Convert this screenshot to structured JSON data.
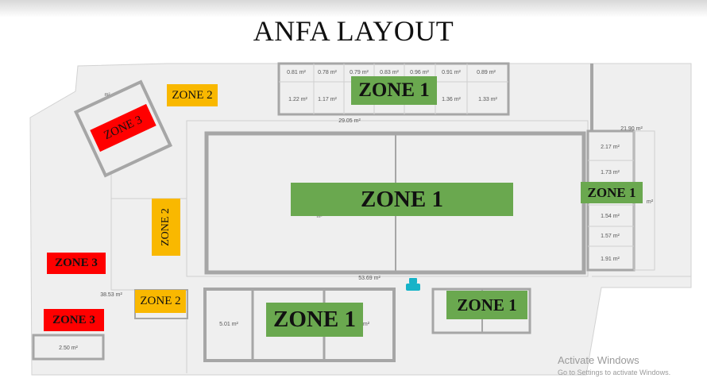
{
  "title": "ANFA LAYOUT",
  "top_cells": {
    "row1": [
      "0.81 m²",
      "0.78 m²",
      "0.79 m²",
      "0.83 m²",
      "0.96 m²",
      "0.91 m²",
      "0.89 m²"
    ],
    "row2": [
      "1.22 m²",
      "1.17 m²",
      "",
      "",
      "",
      "1.36 m²",
      "1.33 m²"
    ]
  },
  "right_cells": [
    "2.17 m²",
    "1.73 m²",
    "",
    "1.54 m²",
    "1.57 m²",
    "1.91 m²"
  ],
  "dimensions": {
    "top_width": "29.05 m²",
    "right_top": "21.90 m²",
    "right_side": "m²",
    "central_bottom": "53.69 m²",
    "left_mid": "38.53 m²",
    "bottom_left_box": "2.50 m²",
    "bottom_left_hall": "5.01 m²",
    "bottom_hall_mid": "m²",
    "small_top": "m²",
    "central_small": "m²"
  },
  "zones": {
    "top_center": "ZONE 1",
    "main_center": "ZONE 1",
    "right_column": "ZONE 1",
    "bottom_center": "ZONE 1",
    "bottom_right": "ZONE 1",
    "top_left": "ZONE 2",
    "left_vertical": "ZONE 2",
    "lower_left": "ZONE 2",
    "rotated_box": "ZONE 3",
    "left_mid": "ZONE 3",
    "bottom_left": "ZONE 3"
  },
  "colors": {
    "zone1": "#6aa84f",
    "zone2": "#f9b800",
    "zone3": "#ff0000",
    "wall": "#a6a6a6",
    "floor": "#efefef"
  },
  "watermark": {
    "line1": "Activate Windows",
    "line2": "Go to Settings to activate Windows."
  }
}
